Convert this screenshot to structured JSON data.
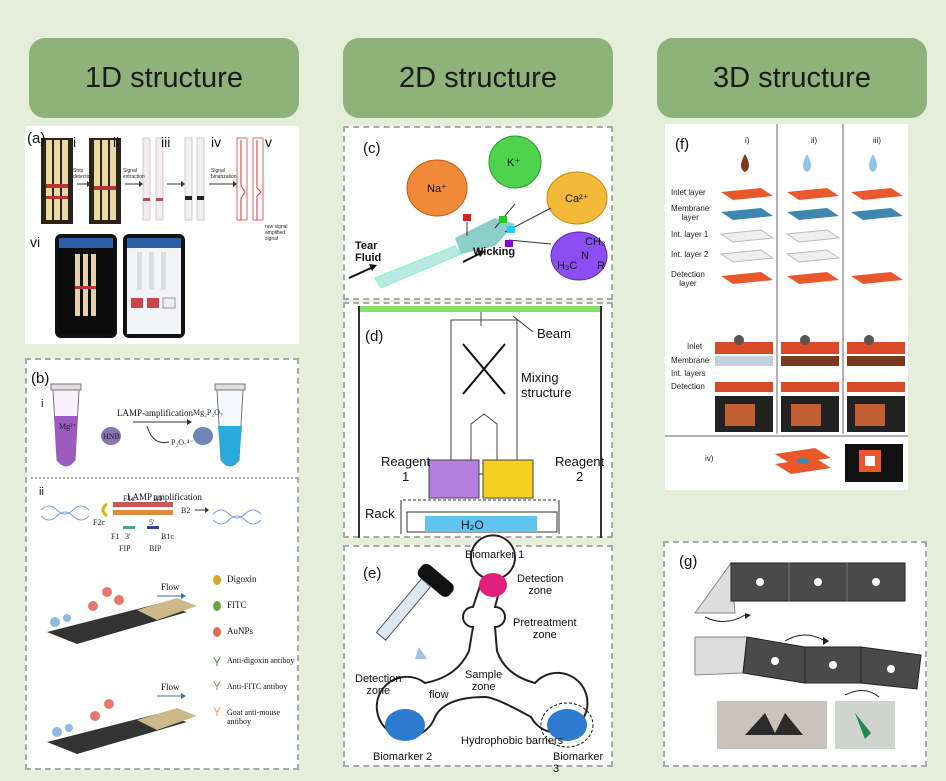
{
  "headers": {
    "one_d": "1D structure",
    "two_d": "2D structure",
    "three_d": "3D structure"
  },
  "panel_a": {
    "label": "(a)",
    "steps": [
      "i",
      "ii",
      "iii",
      "iv",
      "v",
      "vi"
    ],
    "arrows": [
      "Strip detection",
      "Signal extraction",
      "Signal binarization"
    ],
    "legend": [
      "raw signal",
      "amplified signal"
    ]
  },
  "panel_b": {
    "label": "(b)",
    "sub_i": "i",
    "sub_ii": "ii",
    "lamp": "LAMP-amplification",
    "lamp2": "LAMP amplification",
    "mg": "Mg²⁺",
    "hnb": "HNB",
    "p2o7": "P₂O₇⁴⁻",
    "mg2p2o7": "Mg₂P₂O₇",
    "primers": [
      "F2c",
      "F1c",
      "B1",
      "B2",
      "F1",
      "3'",
      "5'",
      "B1c",
      "FIP",
      "BIP"
    ],
    "flow": "Flow",
    "legend": [
      "Digoxin",
      "FITC",
      "AuNPs",
      "Anti-digoxin antiboy",
      "Anti-FITC antiboy",
      "Goat anti-mouse antiboy"
    ]
  },
  "panel_c": {
    "label": "(c)",
    "tear": "Tear\nFluid",
    "wicking": "Wicking",
    "ions": [
      "Na⁺",
      "K⁺",
      "Ca²⁺"
    ],
    "amine": [
      "CH₃",
      "H₃C",
      "N",
      "R"
    ]
  },
  "panel_d": {
    "label": "(d)",
    "beam": "Beam",
    "mixing": "Mixing\nstructure",
    "reagent1": "Reagent\n1",
    "reagent2": "Reagent\n2",
    "rack": "Rack",
    "h2o": "H₂O"
  },
  "panel_e": {
    "label": "(e)",
    "bio1": "Biomarker 1",
    "bio2": "Biomarker 2",
    "bio3": "Biomarker 3",
    "detection_top": "Detection\nzone",
    "pretreat": "Pretreatment\nzone",
    "detection_left": "Detection\nzone",
    "sample": "Sample\nzone",
    "flow": "flow",
    "hydro": "Hydrophobic barriers"
  },
  "panel_f": {
    "label": "(f)",
    "cols": [
      "i)",
      "ii)",
      "iii)",
      "iv)"
    ],
    "layers": [
      "Inlet layer",
      "Membrane\nlayer",
      "Int. layer 1",
      "Int. layer 2",
      "Detection\nlayer"
    ],
    "rows": [
      "Inlet",
      "Membrane",
      "Int. layers",
      "Detection"
    ]
  },
  "panel_g": {
    "label": "(g)"
  }
}
